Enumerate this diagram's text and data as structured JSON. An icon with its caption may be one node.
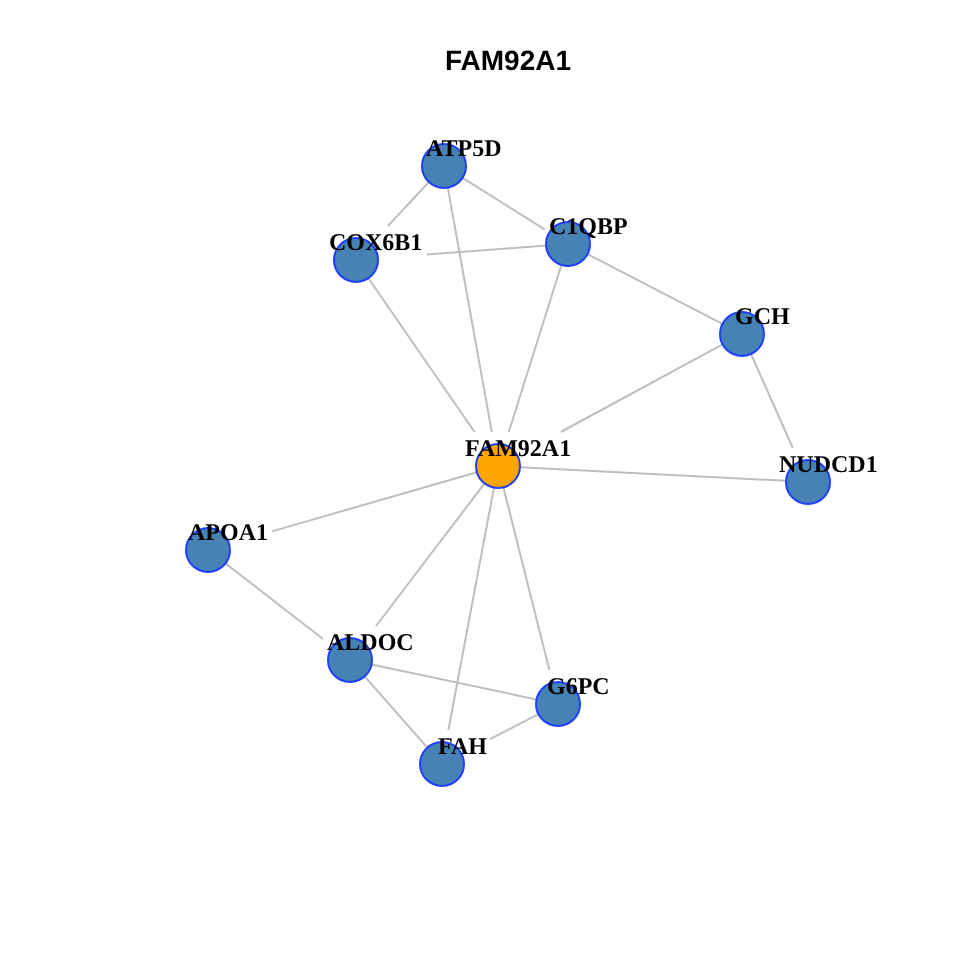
{
  "diagram": {
    "title": "FAM92A1",
    "nodes": [
      {
        "text": [
          "ATP5D"
        ]
      },
      {
        "text": [
          "C1QBP"
        ]
      },
      {
        "text": [
          "COX6B1"
        ]
      },
      {
        "text": [
          "GCH"
        ]
      },
      {
        "text": [
          "FAM92A1"
        ]
      },
      {
        "text": [
          "NUDCD1"
        ]
      },
      {
        "text": [
          "APOA1"
        ]
      },
      {
        "text": [
          "ALDOC"
        ]
      },
      {
        "text": [
          "G6PC"
        ]
      },
      {
        "text": [
          "FAH"
        ]
      }
    ],
    "edges": [
      {
        "from": 0,
        "to": 2,
        "arrow": "none"
      },
      {
        "from": 0,
        "to": 1,
        "arrow": "none"
      },
      {
        "from": 0,
        "to": 4,
        "arrow": "none"
      },
      {
        "from": 2,
        "to": 1,
        "arrow": "none"
      },
      {
        "from": 2,
        "to": 4,
        "arrow": "none"
      },
      {
        "from": 1,
        "to": 4,
        "arrow": "none"
      },
      {
        "from": 1,
        "to": 3,
        "arrow": "none"
      },
      {
        "from": 3,
        "to": 4,
        "arrow": "none"
      },
      {
        "from": 3,
        "to": 5,
        "arrow": "none"
      },
      {
        "from": 4,
        "to": 5,
        "arrow": "none"
      },
      {
        "from": 4,
        "to": 6,
        "arrow": "none"
      },
      {
        "from": 4,
        "to": 7,
        "arrow": "none"
      },
      {
        "from": 4,
        "to": 9,
        "arrow": "none"
      },
      {
        "from": 4,
        "to": 8,
        "arrow": "none"
      },
      {
        "from": 6,
        "to": 7,
        "arrow": "none"
      },
      {
        "from": 7,
        "to": 8,
        "arrow": "none"
      },
      {
        "from": 7,
        "to": 9,
        "arrow": "none"
      },
      {
        "from": 9,
        "to": 8,
        "arrow": "none"
      }
    ]
  }
}
